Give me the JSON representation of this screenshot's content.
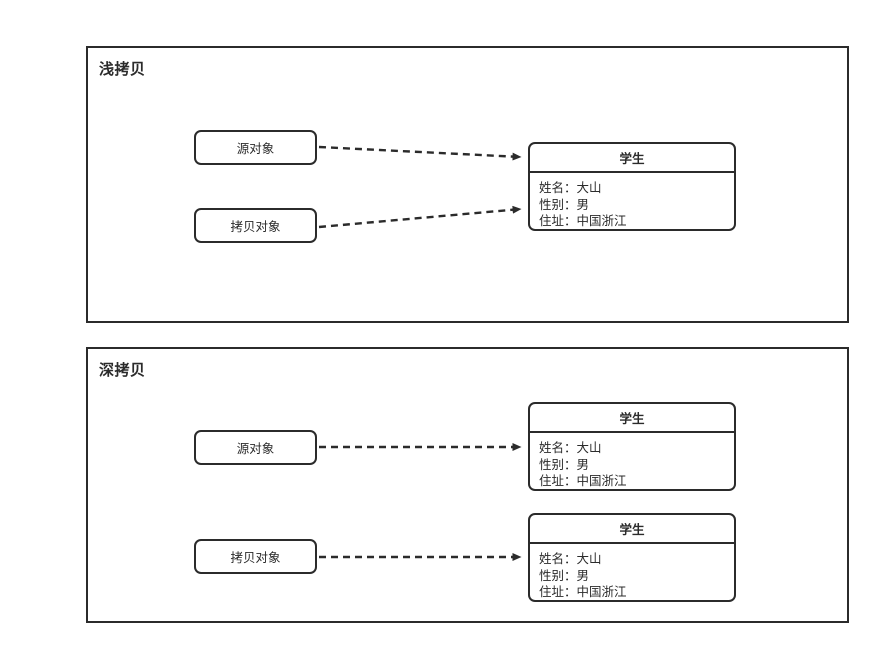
{
  "diagram": {
    "panels": [
      {
        "id": "shallow-copy",
        "title": "浅拷贝",
        "objects": [
          {
            "id": "source-object",
            "label": "源对象"
          },
          {
            "id": "copy-object",
            "label": "拷贝对象"
          }
        ],
        "class_boxes": [
          {
            "id": "student-shared",
            "title": "学生",
            "fields": [
              "姓名：大山",
              "性别：男",
              "住址：中国浙江"
            ]
          }
        ],
        "arrows": [
          {
            "id": "source-to-student",
            "style": "dashed",
            "head": "solid-triangle"
          },
          {
            "id": "copy-to-student",
            "style": "dashed",
            "head": "solid-triangle"
          }
        ]
      },
      {
        "id": "deep-copy",
        "title": "深拷贝",
        "objects": [
          {
            "id": "source-object",
            "label": "源对象"
          },
          {
            "id": "copy-object",
            "label": "拷贝对象"
          }
        ],
        "class_boxes": [
          {
            "id": "student-source",
            "title": "学生",
            "fields": [
              "姓名：大山",
              "性别：男",
              "住址：中国浙江"
            ]
          },
          {
            "id": "student-copy",
            "title": "学生",
            "fields": [
              "姓名：大山",
              "性别：男",
              "住址：中国浙江"
            ]
          }
        ],
        "arrows": [
          {
            "id": "source-to-student-source",
            "style": "dashed",
            "head": "solid-triangle"
          },
          {
            "id": "copy-to-student-copy",
            "style": "dashed",
            "head": "solid-triangle"
          }
        ]
      }
    ],
    "colors": {
      "stroke": "#2b2b2b",
      "background": "#ffffff",
      "text": "#2b2b2b"
    }
  }
}
